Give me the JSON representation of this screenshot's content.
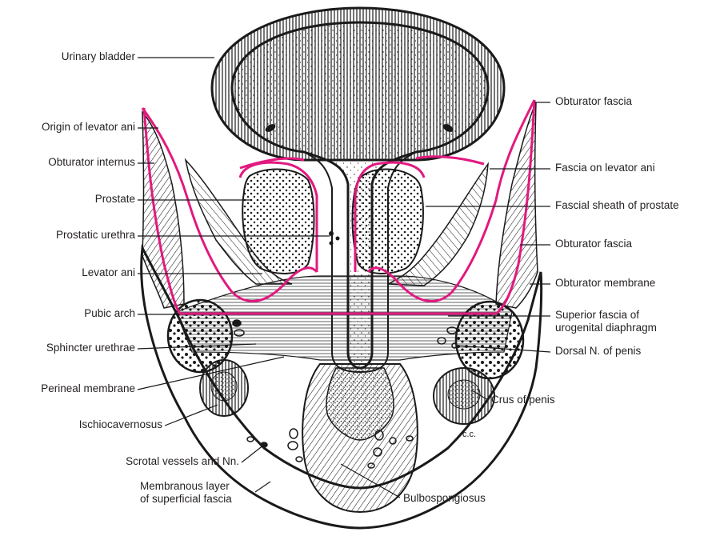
{
  "labels_left": {
    "urinary_bladder": "Urinary bladder",
    "origin_levator_ani": "Origin of levator ani",
    "obturator_internus": "Obturator internus",
    "prostate": "Prostate",
    "prostatic_urethra": "Prostatic urethra",
    "levator_ani": "Levator ani",
    "pubic_arch": "Pubic arch",
    "sphincter_urethrae": "Sphincter urethrae",
    "perineal_membrane": "Perineal membrane",
    "ischiocavernosus": "Ischiocavernosus",
    "scrotal_vessels": "Scrotal vessels and Nn.",
    "membranous_layer_1": "Membranous layer",
    "membranous_layer_2": "of superficial fascia"
  },
  "labels_right": {
    "obturator_fascia_top": "Obturator fascia",
    "fascia_levator_ani": "Fascia on levator ani",
    "fascial_sheath_prostate": "Fascial sheath of prostate",
    "obturator_fascia_mid": "Obturator fascia",
    "obturator_membrane": "Obturator membrane",
    "superior_fascia_1": "Superior fascia of",
    "superior_fascia_2": "urogenital diaphragm",
    "dorsal_nerve": "Dorsal N. of penis",
    "crus_penis": "Crus of penis",
    "bulbospongiosus": "Bulbospongiosus"
  },
  "artist_initials": "c.c.",
  "colors": {
    "fascia_highlight": "#e2197f",
    "ink": "#1a1a1a",
    "label_text": "#231f20"
  }
}
